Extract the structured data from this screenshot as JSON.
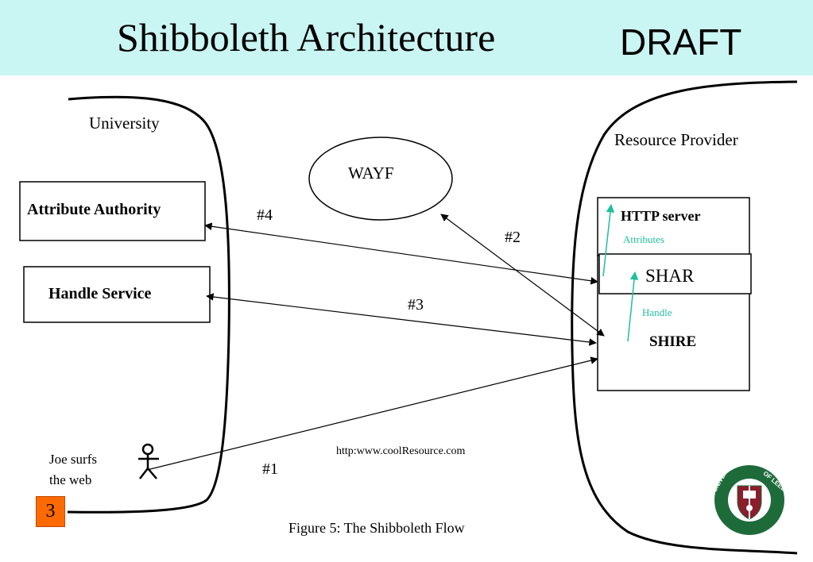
{
  "header": {
    "title": "Shibboleth Architecture",
    "draft": "DRAFT",
    "background_color": "#c9f5f2"
  },
  "university": {
    "label": "University",
    "attribute_authority": "Attribute Authority",
    "handle_service": "Handle Service",
    "user_caption_line1": "Joe surfs",
    "user_caption_line2": "the web"
  },
  "wayf": {
    "label": "WAYF"
  },
  "resource_provider": {
    "label": "Resource Provider",
    "http_server": "HTTP server",
    "attributes": "Attributes",
    "shar": "SHAR",
    "handle": "Handle",
    "shire": "SHIRE"
  },
  "flows": {
    "f1": "#1",
    "f2": "#2",
    "f3": "#3",
    "f4": "#4"
  },
  "url_caption": "http:www.coolResource.com",
  "figure_caption": "Figure 5: The Shibboleth Flow",
  "slide_number": "3",
  "logo": {
    "icon": "university-of-leeds-seal-icon",
    "text_left": "UNIVERSITY",
    "text_right": "OF LEEDS",
    "color": "#1e6b3a"
  },
  "colors": {
    "accent_green": "#1fbf9c",
    "slide_number_bg": "#ff6a00"
  }
}
